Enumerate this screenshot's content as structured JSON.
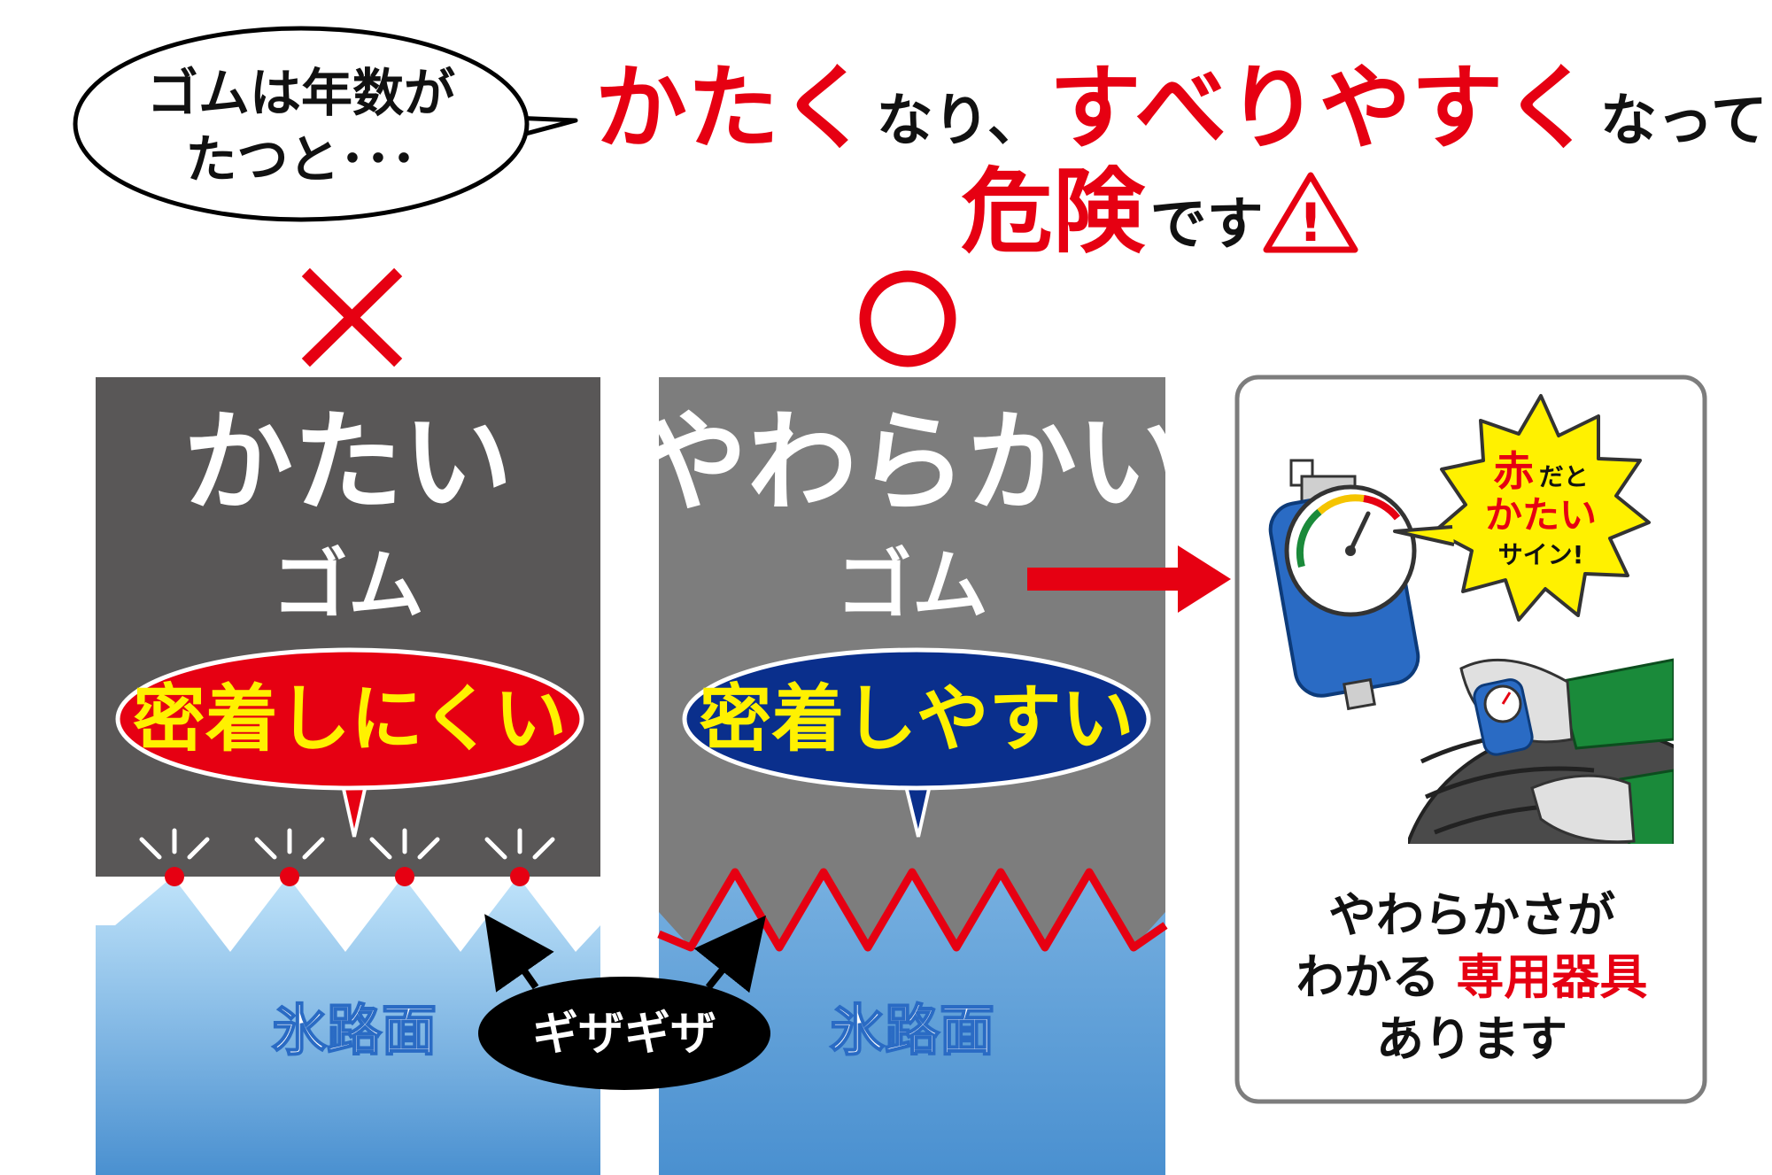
{
  "speech_bubble": {
    "line1": "ゴムは年数が",
    "line2": "たつと･･･"
  },
  "headline": {
    "line1": [
      {
        "text": "かたく",
        "emphasis": true
      },
      {
        "text": "なり、",
        "emphasis": false
      },
      {
        "text": "すべりやすく",
        "emphasis": true
      },
      {
        "text": "なって",
        "emphasis": false
      }
    ],
    "line2": [
      {
        "text": "危険",
        "emphasis": true
      },
      {
        "text": "です",
        "emphasis": false
      }
    ],
    "warning_icon": "warning-triangle-icon",
    "warning_mark": "!"
  },
  "marks": {
    "bad": "×",
    "good": "○"
  },
  "hard_panel": {
    "title": "かたい",
    "subtitle": "ゴム",
    "callout": "密着しにくい",
    "surface_label": "氷路面"
  },
  "soft_panel": {
    "title": "やわらかい",
    "subtitle": "ゴム",
    "callout": "密着しやすい",
    "surface_label": "氷路面"
  },
  "jagged_label": "ギザギザ",
  "tool_panel": {
    "burst_line1_red": "赤",
    "burst_line1_small": "だと",
    "burst_line2": "かたい",
    "burst_line3": "サイン!",
    "caption_line1": "やわらかさが",
    "caption_line2_prefix": "わかる",
    "caption_line2_red": "専用器具",
    "caption_line3": "あります"
  },
  "colors": {
    "red": "#e60012",
    "hard_panel_bg": "#595757",
    "soft_panel_bg": "#7d7d7d",
    "ice_top": "#bfe3fa",
    "ice_bottom": "#4a90d0",
    "blue_bubble": "#0a2f8c",
    "yellow_text": "#fff100",
    "gauge_blue": "#2a6bc4",
    "glove_green": "#1a8a3a"
  }
}
